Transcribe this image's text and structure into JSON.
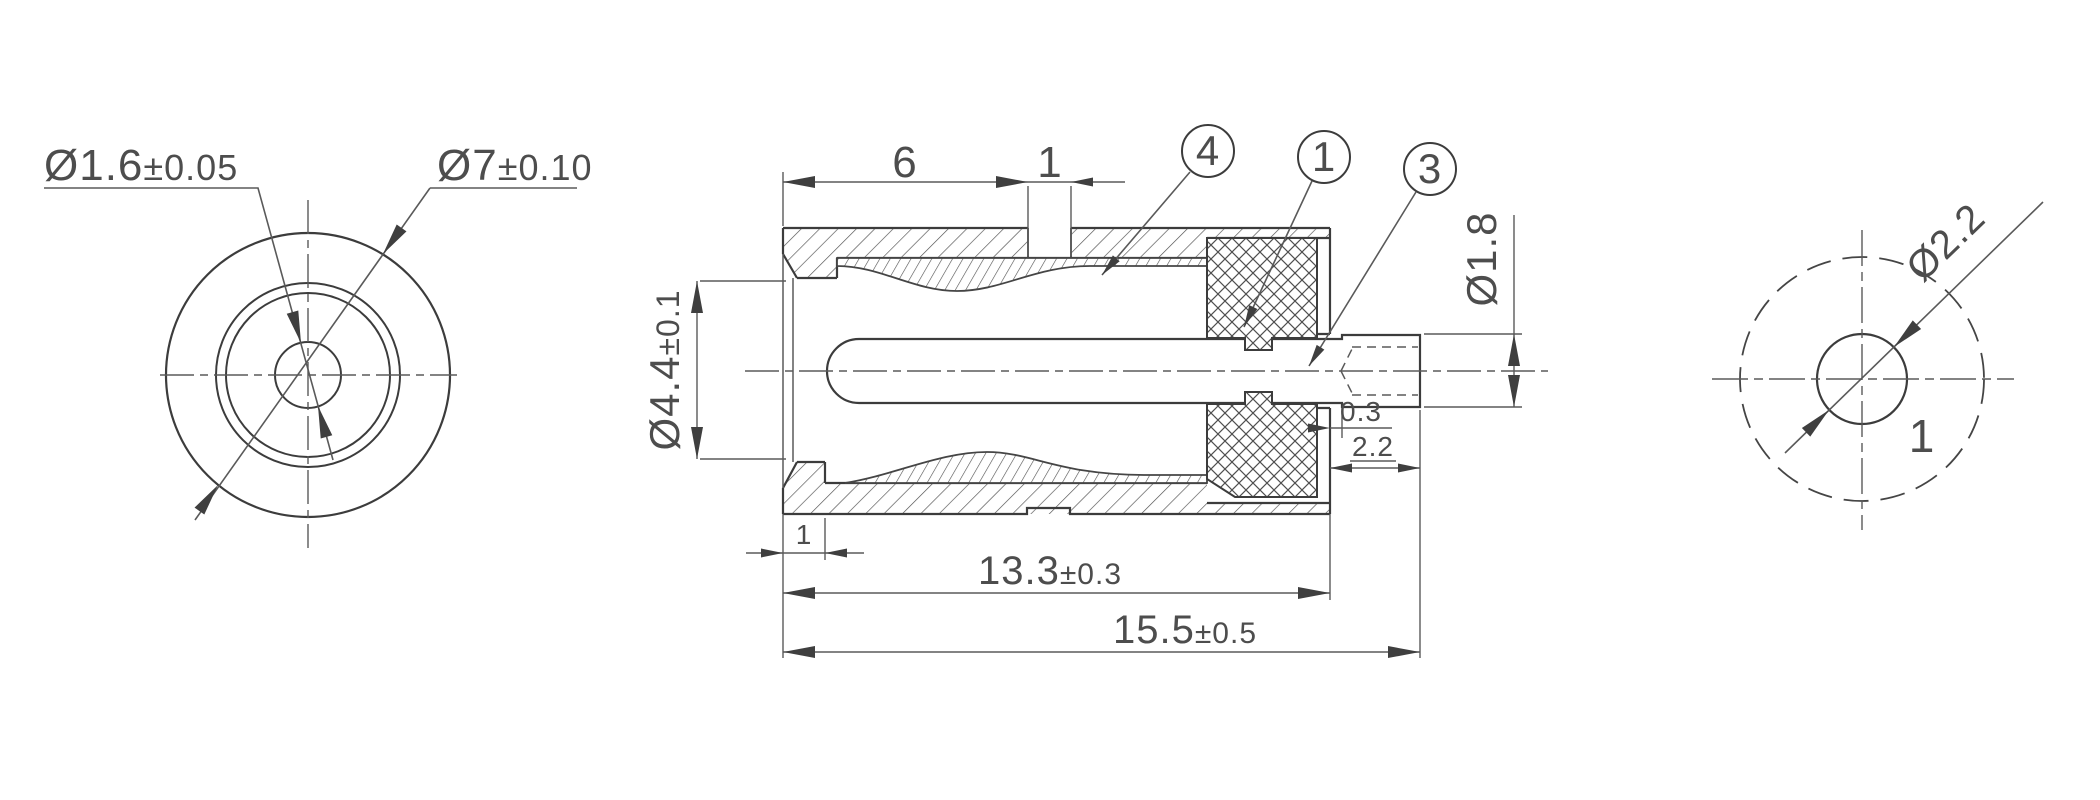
{
  "drawing": {
    "background": "#ffffff",
    "colors": {
      "outline": "#3c3c3c",
      "medium": "#454545",
      "thin": "#5a5a5a",
      "hatch": "#4f4f4f",
      "arrow": "#3f3f3f",
      "text": "#4d4d4d"
    },
    "front_view": {
      "pin_dia_label": "Ø1.6",
      "pin_dia_tol": "±0.05",
      "body_dia_label": "Ø7",
      "body_dia_tol": "±0.10"
    },
    "section_view": {
      "dim_6": "6",
      "dim_1_top": "1",
      "dim_bore": "Ø4.4",
      "dim_bore_tol": "±0.1",
      "dim_tip_dia": "Ø1.8",
      "dim_0_3": "0.3",
      "dim_2_2": "2.2",
      "dim_13_3": "13.3",
      "dim_13_3_tol": "±0.3",
      "dim_15_5": "15.5",
      "dim_15_5_tol": "±0.5",
      "dim_1_bottom": "1",
      "balloons": [
        {
          "label": "4"
        },
        {
          "label": "1"
        },
        {
          "label": "3"
        }
      ]
    },
    "end_view": {
      "tip_dia_label": "Ø2.2",
      "part_label": "1"
    }
  }
}
